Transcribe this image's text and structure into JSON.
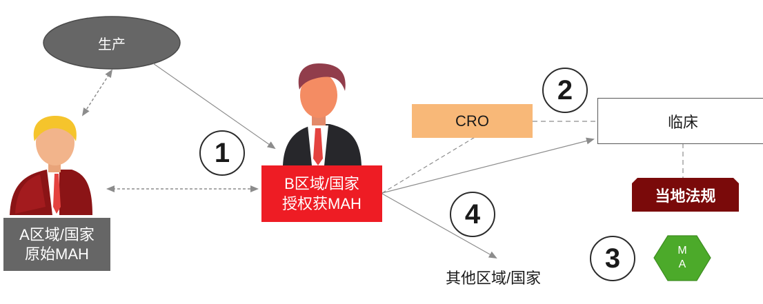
{
  "nodes": {
    "production": "生产",
    "cro": "CRO",
    "clinical": "临床",
    "local_regulations": "当地法规",
    "original_mah_line1": "A区域/国家",
    "original_mah_line2": "原始MAH",
    "authorized_mah_line1": "B区域/国家",
    "authorized_mah_line2": "授权获MAH",
    "other_regions": "其他区域/国家",
    "ma_line1": "M",
    "ma_line2": "A"
  },
  "steps": [
    "1",
    "2",
    "3",
    "4"
  ],
  "colors": {
    "production_fill": "#666666",
    "cro_fill": "#f8b878",
    "local_regulations_fill": "#7a0a0a",
    "original_mah_fill": "#666666",
    "authorized_mah_fill": "#ee1c24",
    "ma_fill": "#4caa2a",
    "arrow": "#8c8c8c"
  }
}
